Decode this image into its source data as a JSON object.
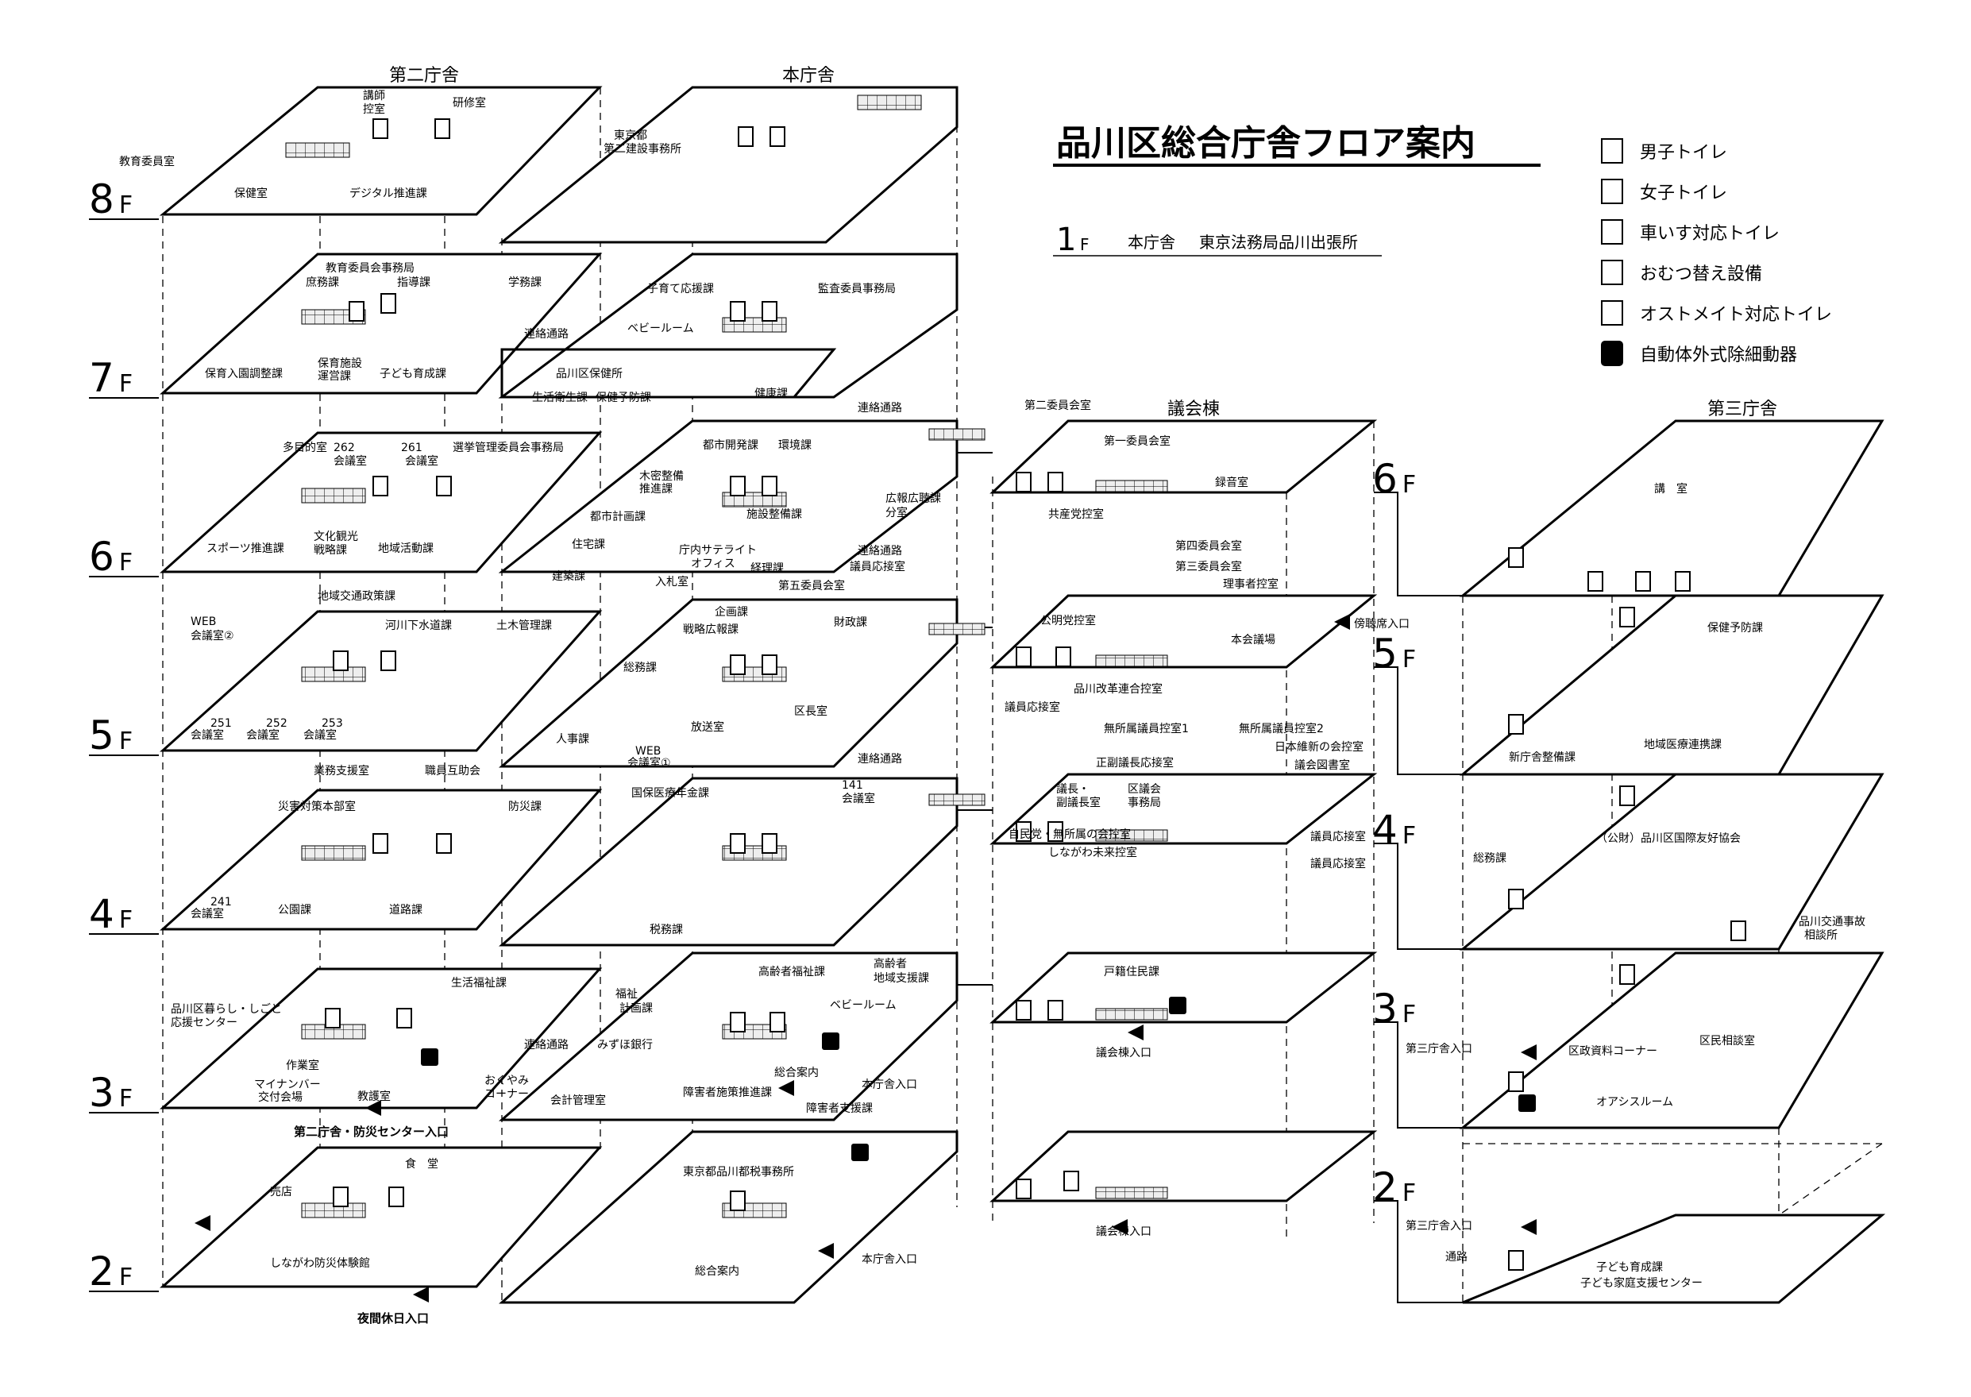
{
  "title": "品川区総合庁舎フロア案内",
  "subtitle": {
    "floor": "1",
    "unit": "F",
    "building": "本庁舎",
    "tenant": "東京法務局品川出張所"
  },
  "buildings": {
    "second": "第二庁舎",
    "main": "本庁舎",
    "council": "議会棟",
    "third": "第三庁舎"
  },
  "floor_unit": "F",
  "floors": {
    "f8": "8",
    "f7": "7",
    "f6": "6",
    "f5": "5",
    "f4": "4",
    "f3": "3",
    "f2": "2"
  },
  "legend": [
    {
      "icon": "male-toilet-icon",
      "label": "男子トイレ"
    },
    {
      "icon": "female-toilet-icon",
      "label": "女子トイレ"
    },
    {
      "icon": "wheelchair-toilet-icon",
      "label": "車いす対応トイレ"
    },
    {
      "icon": "diaper-change-icon",
      "label": "おむつ替え設備"
    },
    {
      "icon": "ostomate-toilet-icon",
      "label": "オストメイト対応トイレ"
    },
    {
      "icon": "aed-icon",
      "label": "自動体外式除細動器"
    }
  ],
  "rooms": {
    "s8": [
      "講師",
      "控室",
      "研修室",
      "教育委員室",
      "保健室",
      "デジタル推進課"
    ],
    "s7": [
      "教育委員会事務局",
      "庶務課",
      "指導課",
      "学務課",
      "保育入園調整課",
      "保育施設",
      "運営課",
      "子ども育成課"
    ],
    "s6": [
      "多目的室",
      "262",
      "会議室",
      "261",
      "会議室",
      "選挙管理委員会事務局",
      "スポーツ推進課",
      "文化観光",
      "戦略課",
      "地域活動課"
    ],
    "s5": [
      "地域交通政策課",
      "WEB",
      "会議室②",
      "河川下水道課",
      "土木管理課",
      "251",
      "会議室",
      "252",
      "会議室",
      "253",
      "会議室",
      "業務支援室",
      "職員互助会"
    ],
    "s4": [
      "災害対策本部室",
      "防災課",
      "241",
      "会議室",
      "公園課",
      "道路課"
    ],
    "s3": [
      "生活福祉課",
      "品川区暮らし・しごと",
      "応援センター",
      "作業室",
      "マイナンバー",
      "交付会場",
      "教護室"
    ],
    "s2": [
      "食　堂",
      "売店",
      "しながわ防災体験館"
    ],
    "m8": [
      "東京都",
      "第二建設事務所"
    ],
    "m7": [
      "子育て応援課",
      "監査委員事務局",
      "連絡通路",
      "ベビールーム",
      "品川区保健所",
      "生活衛生課",
      "保健予防課",
      "健康課"
    ],
    "m6": [
      "連絡通路",
      "都市開発課",
      "環境課",
      "木密整備",
      "推進課",
      "都市計画課",
      "施設整備課",
      "広報広聴課",
      "分室",
      "住宅課",
      "庁内サテライト",
      "オフィス",
      "建築課",
      "入札室",
      "経理課"
    ],
    "m5": [
      "連絡通路",
      "議員応接室",
      "第五委員会室",
      "企画課",
      "財政課",
      "戦略広報課",
      "総務課",
      "区長室",
      "人事課",
      "放送室",
      "WEB",
      "会議室①",
      "連絡通路"
    ],
    "m4": [
      "連絡通路",
      "国保医療年金課",
      "141",
      "会議室",
      "税務課"
    ],
    "m3": [
      "高齢者福祉課",
      "高齢者",
      "地域支援課",
      "福祉",
      "計画課",
      "ベビールーム",
      "みずほ銀行",
      "連絡通路",
      "総合案内",
      "本庁舎入口",
      "障害者施策推進課",
      "障害者支援課",
      "おくやみ",
      "コーナー",
      "会計管理室"
    ],
    "m2": [
      "東京都品川都税事務所",
      "総合案内",
      "本庁舎入口"
    ],
    "c6": [
      "第二委員会室",
      "第一委員会室",
      "録音室",
      "共産党控室"
    ],
    "c5": [
      "第四委員会室",
      "第三委員会室",
      "理事者控室",
      "公明党控室",
      "本会議場",
      "傍聴席入口",
      "議員応接室",
      "品川改革連合控室"
    ],
    "c4": [
      "無所属議員控室2",
      "無所属議員控室1",
      "日本維新の会控室",
      "議会図書室",
      "正副議長応接室",
      "議長・",
      "副議長室",
      "区議会",
      "事務局",
      "議員応接室",
      "自民党・無所属の会控室",
      "しながわ未来控室",
      "議員応接室"
    ],
    "c3": [
      "戸籍住民課",
      "議会棟入口"
    ],
    "c2": [
      "議会棟入口"
    ],
    "t6": [
      "講　室"
    ],
    "t5": [
      "保健予防課",
      "新庁舎整備課",
      "地域医療連携課"
    ],
    "t4": [
      "（公財）品川区国際友好協会",
      "総務課",
      "品川交通事故",
      "相談所"
    ],
    "t3": [
      "区政資料コーナー",
      "区民相談室",
      "第三庁舎入口",
      "オアシスルーム"
    ],
    "t2": [
      "第三庁舎入口",
      "通路",
      "子ども育成課",
      "子ども家庭支援センター"
    ]
  },
  "entrances": {
    "second_disaster": "第二庁舎・防災センター入口",
    "night": "夜間休日入口"
  }
}
